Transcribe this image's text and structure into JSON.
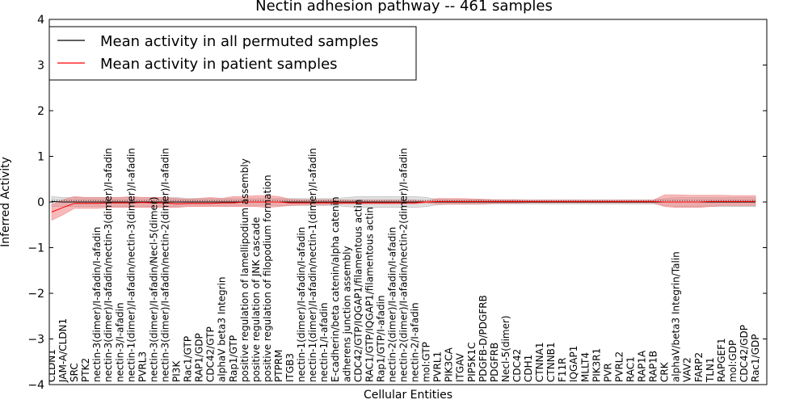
{
  "chart_data": {
    "type": "line",
    "title": "Nectin adhesion pathway -- 461 samples",
    "xlabel": "Cellular Entities",
    "ylabel": "Inferred Activity",
    "ylim": [
      -4,
      4
    ],
    "yticks": [
      "4",
      "3",
      "2",
      "1",
      "0",
      "−1",
      "−2",
      "−3",
      "−4"
    ],
    "legend_position": "top-left",
    "grid": false,
    "categories": [
      "CLDN1",
      "JAM-A/CLDN1",
      "SRC",
      "PTK2",
      "nectin-3(dimer)/I-afadin/I-afadin",
      "nectin-3(dimer)/I-afadin/nectin-3(dimer)/I-afadin",
      "nectin-3/I-afadin",
      "nectin-1(dimer)/I-afadin/nectin-3(dimer)/I-afadin",
      "PVRL3",
      "nectin-3(dimer)/I-afadin/Necl-5(dimer)",
      "nectin-3(dimer)/I-afadin/nectin-2(dimer)/I-afadin",
      "PI3K",
      "Rac1/GTP",
      "RAP1/GDP",
      "CDC42/GTP",
      "alphaV beta3 Integrin",
      "Rap1/GTP",
      "positive regulation of lamellipodium assembly",
      "positive regulation of JNK cascade",
      "positive regulation of filopodium formation",
      "PTPRM",
      "ITGB3",
      "nectin-1(dimer)/I-afadin/I-afadin",
      "nectin-1(dimer)/I-afadin/nectin-1(dimer)/I-afadin",
      "nectin-1/I-afadin",
      "E-cadherin/beta catenin/alpha catenin",
      "adherens junction assembly",
      "CDC42/GTP/IQGAP1/filamentous actin",
      "RAC1/GTP/IQGAP1/filamentous actin",
      "Rap1/GTP/I-afadin",
      "nectin-2(dimer)/I-afadin/I-afadin",
      "nectin-2(dimer)/I-afadin/nectin-2(dimer)/I-afadin",
      "nectin-2/I-afadin",
      "mol:GTP",
      "PVRL1",
      "PIK3CA",
      "ITGAV",
      "PIP5K1C",
      "PDGFB-D/PDGFRB",
      "PDGFRB",
      "Necl-5(dimer)",
      "CDC42",
      "CDH1",
      "CTNNA1",
      "CTNNB1",
      "F11R",
      "IQGAP1",
      "MLLT4",
      "PIK3R1",
      "PVR",
      "PVRL2",
      "RAC1",
      "RAP1A",
      "RAP1B",
      "CRK",
      "alphaV/beta3 Integrin/Talin",
      "VAV2",
      "FARP2",
      "TLN1",
      "RAPGEF1",
      "mol:GDP",
      "CDC42/GDP",
      "Rac1/GDP"
    ],
    "series": [
      {
        "name": "Mean activity in all permuted samples",
        "color": "#000000",
        "band_color": "#b0b0b0",
        "values": [
          0.01,
          0.0,
          0.0,
          0.0,
          0.0,
          0.0,
          0.0,
          0.0,
          0.0,
          0.0,
          0.0,
          0.0,
          0.0,
          0.0,
          0.0,
          0.0,
          0.0,
          0.0,
          0.0,
          0.0,
          0.0,
          0.0,
          0.0,
          0.0,
          0.0,
          0.0,
          0.0,
          0.0,
          0.0,
          0.0,
          0.0,
          0.0,
          0.0,
          0.0,
          0.0,
          0.0,
          0.0,
          0.0,
          0.0,
          0.0,
          0.0,
          0.0,
          0.0,
          0.0,
          0.0,
          0.0,
          0.0,
          0.0,
          0.0,
          0.0,
          0.0,
          0.0,
          0.0,
          0.0,
          0.0,
          0.0,
          0.0,
          0.0,
          0.0,
          0.0,
          0.0,
          0.0,
          0.0
        ],
        "lower": [
          -0.1,
          -0.1,
          -0.1,
          -0.1,
          -0.1,
          -0.1,
          -0.1,
          -0.1,
          -0.1,
          -0.1,
          -0.1,
          -0.1,
          -0.08,
          -0.08,
          -0.08,
          -0.08,
          -0.08,
          -0.08,
          -0.08,
          -0.08,
          -0.08,
          -0.08,
          -0.08,
          -0.08,
          -0.08,
          -0.08,
          -0.1,
          -0.12,
          -0.12,
          -0.12,
          -0.12,
          -0.12,
          -0.12,
          -0.1,
          -0.06,
          -0.05,
          -0.05,
          -0.05,
          -0.05,
          -0.04,
          -0.04,
          -0.04,
          -0.04,
          -0.04,
          -0.04,
          -0.04,
          -0.04,
          -0.04,
          -0.04,
          -0.04,
          -0.04,
          -0.04,
          -0.04,
          -0.04,
          -0.08,
          -0.1,
          -0.1,
          -0.1,
          -0.1,
          -0.1,
          -0.1,
          -0.1,
          -0.1
        ],
        "upper": [
          0.12,
          0.1,
          0.1,
          0.1,
          0.1,
          0.1,
          0.1,
          0.1,
          0.1,
          0.1,
          0.1,
          0.1,
          0.08,
          0.08,
          0.08,
          0.08,
          0.08,
          0.08,
          0.08,
          0.08,
          0.08,
          0.08,
          0.08,
          0.08,
          0.08,
          0.08,
          0.1,
          0.12,
          0.12,
          0.12,
          0.12,
          0.12,
          0.12,
          0.1,
          0.06,
          0.05,
          0.05,
          0.05,
          0.05,
          0.04,
          0.04,
          0.04,
          0.04,
          0.04,
          0.04,
          0.04,
          0.04,
          0.04,
          0.04,
          0.04,
          0.04,
          0.04,
          0.04,
          0.04,
          0.08,
          0.1,
          0.1,
          0.1,
          0.1,
          0.1,
          0.1,
          0.1,
          0.1
        ]
      },
      {
        "name": "Mean activity in patient samples",
        "color": "#ff0000",
        "band_color": "#f08080",
        "values": [
          -0.22,
          -0.12,
          -0.03,
          -0.03,
          -0.03,
          -0.02,
          -0.02,
          -0.02,
          -0.01,
          -0.02,
          -0.02,
          -0.04,
          -0.03,
          -0.03,
          -0.03,
          -0.02,
          -0.02,
          0.0,
          0.0,
          0.0,
          0.0,
          -0.02,
          -0.02,
          -0.02,
          -0.02,
          -0.02,
          -0.02,
          -0.02,
          -0.02,
          -0.02,
          -0.02,
          -0.02,
          -0.02,
          0.0,
          0.01,
          0.01,
          0.01,
          0.01,
          0.01,
          0.01,
          0.01,
          0.01,
          0.01,
          0.01,
          0.01,
          0.01,
          0.01,
          0.01,
          0.01,
          0.01,
          0.01,
          0.01,
          0.01,
          0.01,
          0.0,
          0.0,
          0.0,
          0.0,
          0.01,
          0.01,
          0.01,
          0.01,
          0.01
        ],
        "lower": [
          -0.4,
          -0.28,
          -0.14,
          -0.14,
          -0.14,
          -0.12,
          -0.12,
          -0.12,
          -0.12,
          -0.12,
          -0.12,
          -0.12,
          -0.1,
          -0.1,
          -0.1,
          -0.1,
          -0.1,
          -0.1,
          -0.1,
          -0.12,
          -0.1,
          -0.08,
          -0.06,
          -0.06,
          -0.06,
          -0.05,
          -0.04,
          -0.04,
          -0.04,
          -0.04,
          -0.04,
          -0.04,
          -0.04,
          -0.02,
          -0.05,
          -0.05,
          -0.05,
          -0.04,
          -0.04,
          -0.03,
          -0.03,
          -0.03,
          -0.02,
          -0.02,
          -0.02,
          -0.02,
          -0.02,
          -0.02,
          -0.02,
          -0.02,
          -0.02,
          -0.02,
          -0.02,
          -0.02,
          -0.1,
          -0.12,
          -0.12,
          -0.12,
          -0.1,
          -0.08,
          -0.08,
          -0.08,
          -0.08
        ],
        "upper": [
          -0.06,
          0.05,
          0.12,
          0.1,
          0.1,
          0.1,
          0.1,
          0.12,
          0.1,
          0.1,
          0.1,
          0.08,
          0.06,
          0.08,
          0.1,
          0.08,
          0.12,
          0.12,
          0.14,
          0.14,
          0.12,
          0.06,
          0.05,
          0.05,
          0.05,
          0.05,
          0.04,
          0.04,
          0.04,
          0.04,
          0.04,
          0.04,
          0.04,
          0.02,
          0.08,
          0.08,
          0.08,
          0.07,
          0.06,
          0.05,
          0.05,
          0.05,
          0.04,
          0.04,
          0.04,
          0.04,
          0.04,
          0.04,
          0.04,
          0.04,
          0.04,
          0.04,
          0.04,
          0.04,
          0.16,
          0.16,
          0.15,
          0.15,
          0.15,
          0.15,
          0.14,
          0.14,
          0.14
        ]
      }
    ]
  }
}
